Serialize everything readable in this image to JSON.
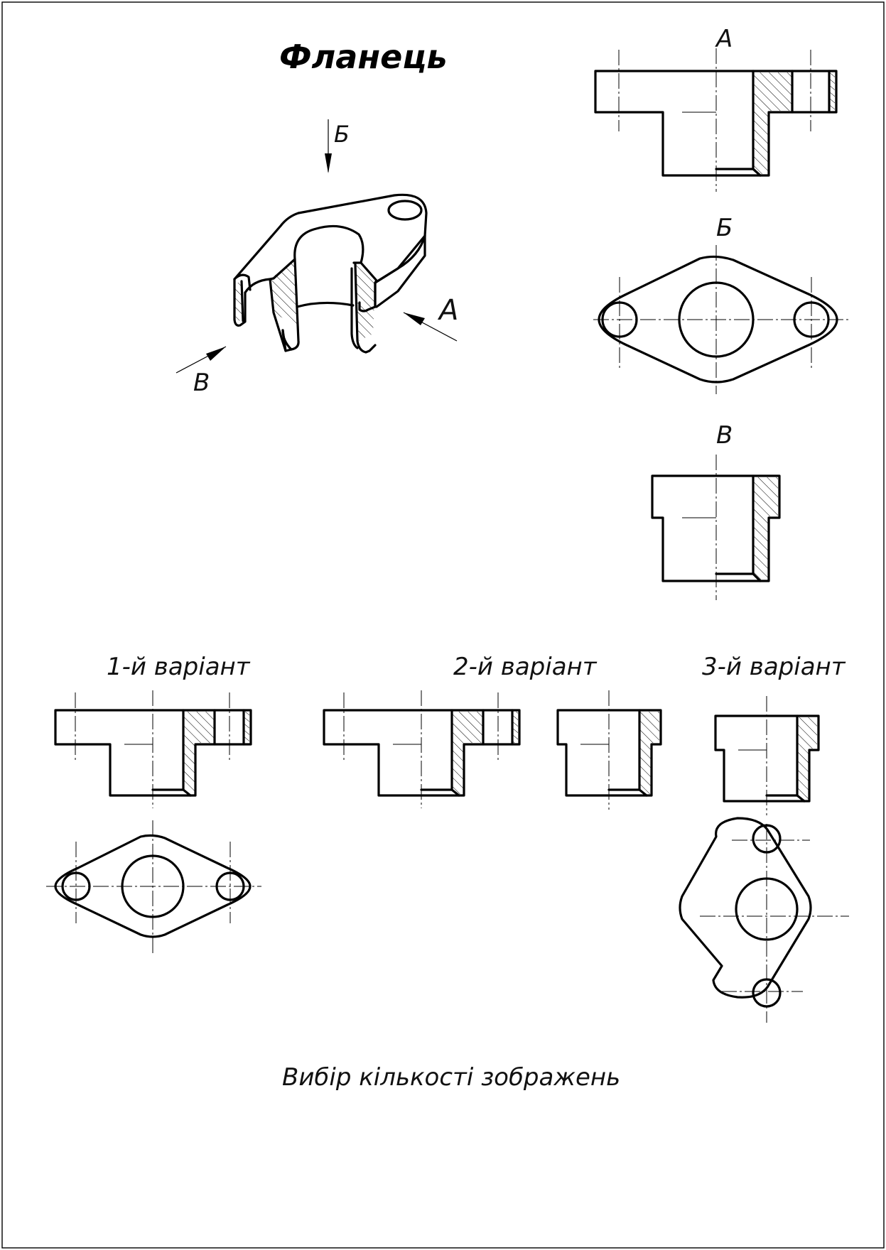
{
  "title": "Фланець",
  "view_labels": {
    "a_arrow": "А",
    "b_arrow": "Б",
    "v_arrow": "В",
    "a_view": "А",
    "b_view": "Б",
    "v_view": "В"
  },
  "variants": {
    "v1": "1-й варіант",
    "v2": "2-й варіант",
    "v3": "3-й варіант"
  },
  "caption": "Вибір кількості зображень",
  "drawing_colors": {
    "line": "#000000",
    "paper": "#ffffff"
  }
}
